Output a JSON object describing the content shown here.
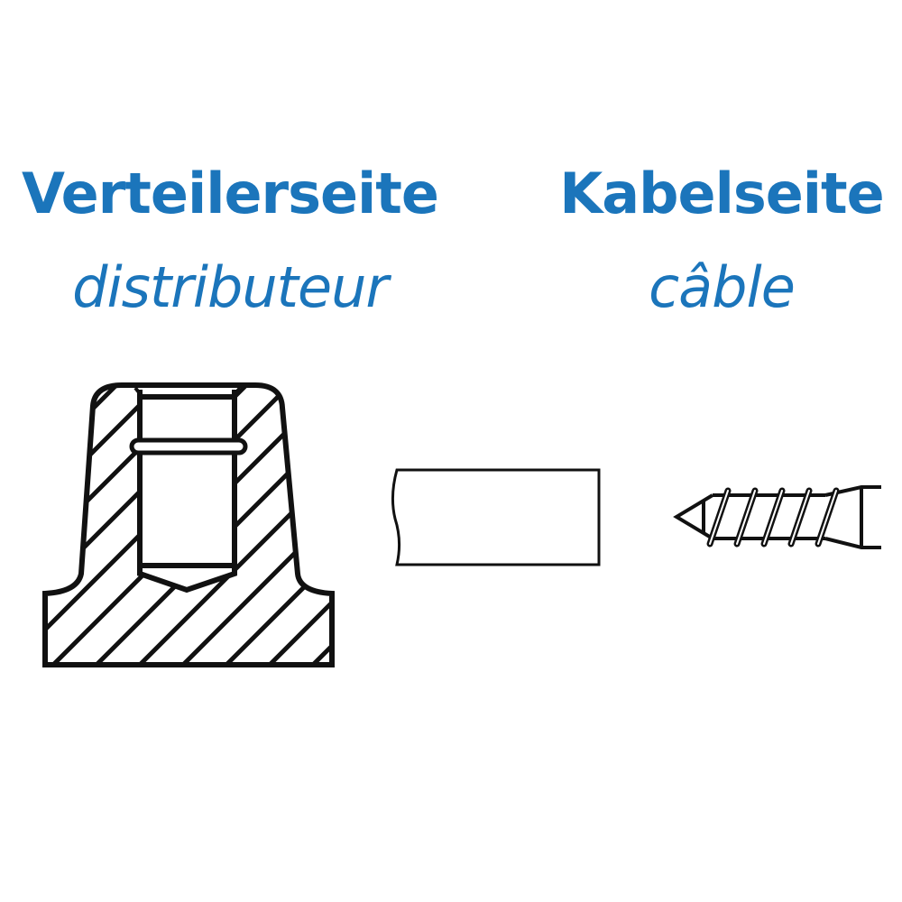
{
  "labels": {
    "left": {
      "title": "Verteilerseite",
      "subtitle": "distributeur"
    },
    "right": {
      "title": "Kabelseite",
      "subtitle": "câble"
    }
  },
  "colors": {
    "label": "#1b75bb",
    "line": "#111111"
  }
}
